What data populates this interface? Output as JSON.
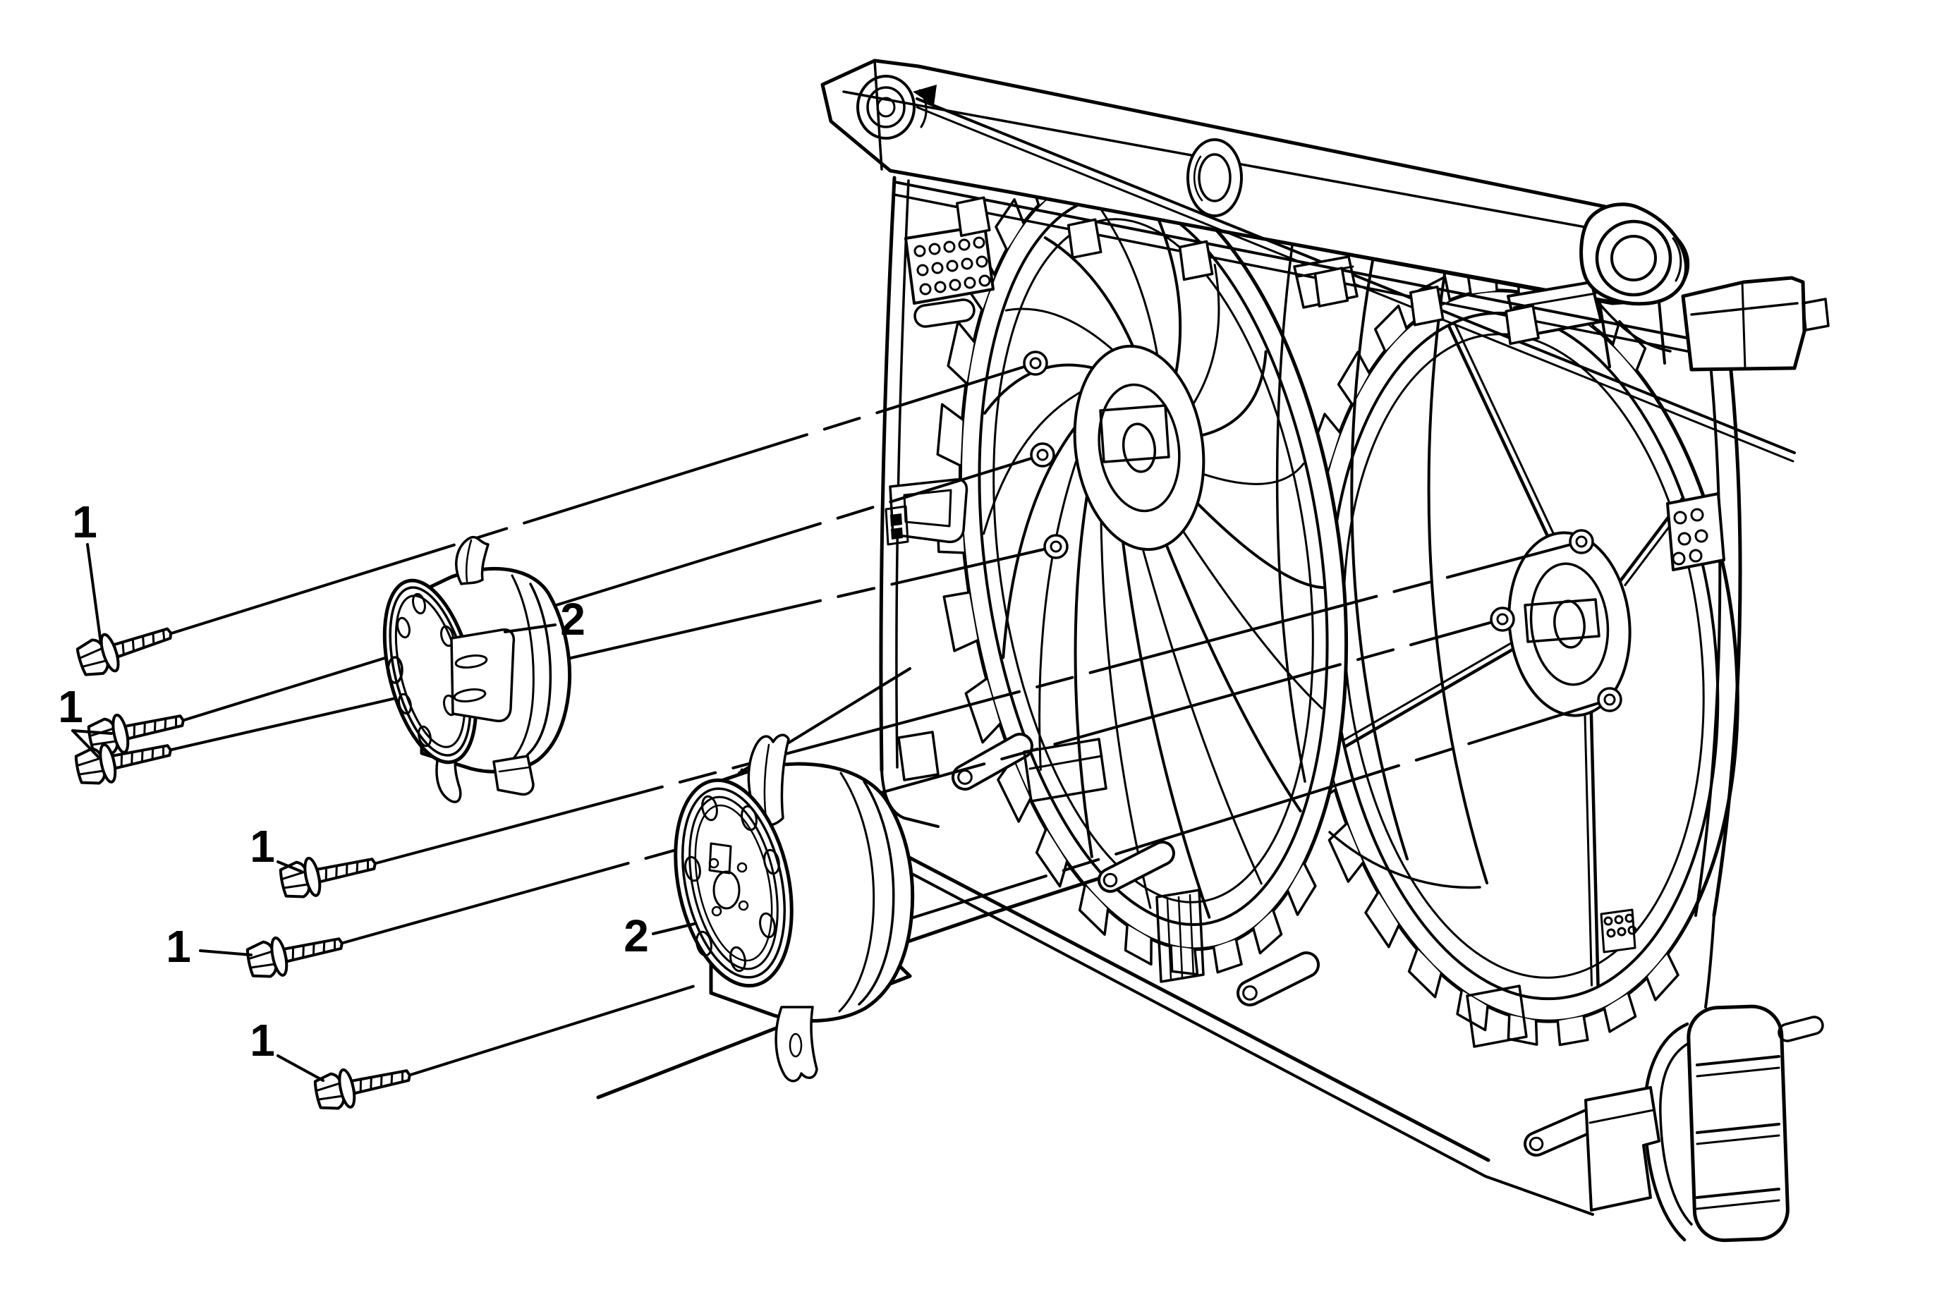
{
  "figure": {
    "type": "exploded-parts-diagram",
    "colors": {
      "background": "#ffffff",
      "line": "#000000"
    }
  },
  "callouts": {
    "items": [
      {
        "label": "1",
        "points_to": "mounting-bolt"
      },
      {
        "label": "1",
        "points_to": "mounting-bolt-pair"
      },
      {
        "label": "1",
        "points_to": "mounting-bolt"
      },
      {
        "label": "1",
        "points_to": "mounting-bolt"
      },
      {
        "label": "1",
        "points_to": "mounting-bolt"
      },
      {
        "label": "2",
        "points_to": "fan-motor-upper"
      },
      {
        "label": "2",
        "points_to": "fan-motor-lower"
      }
    ]
  }
}
